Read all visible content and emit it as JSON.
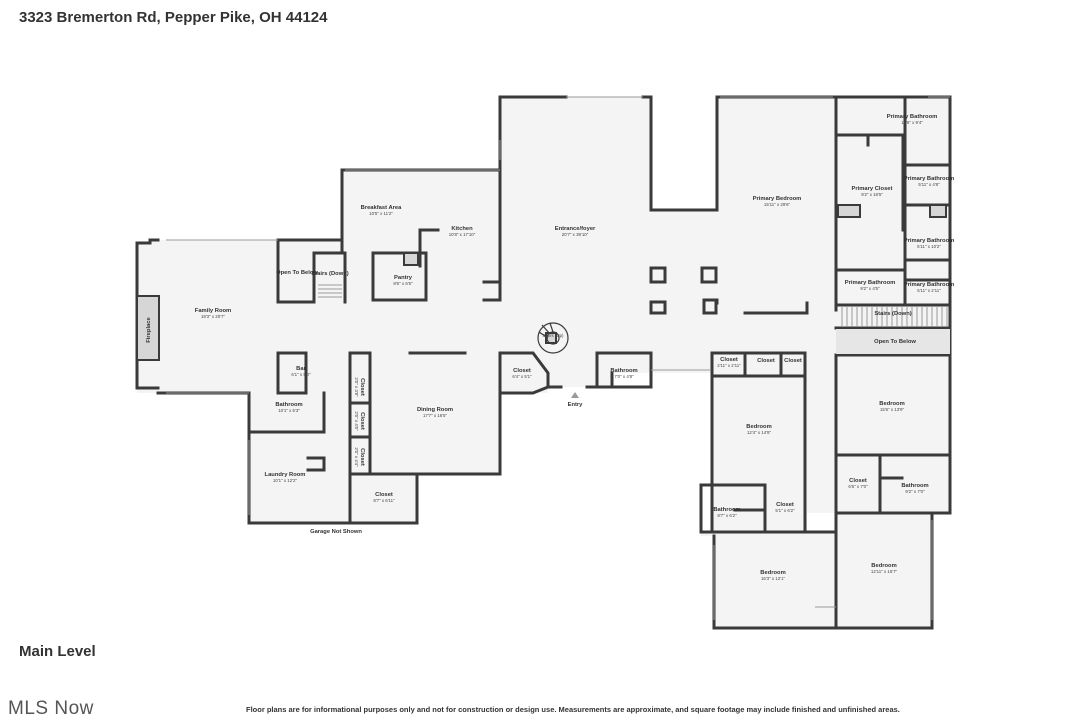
{
  "header": {
    "address": "3323 Bremerton Rd, Pepper Pike, OH 44124"
  },
  "level_label": "Main Level",
  "brand": "MLS Now",
  "disclaimer": "Floor plans are for informational purposes only and not for construction or design use. Measurements are approximate, and square footage may include finished and unfinished areas.",
  "labels": {
    "garage_note": "Garage Not Shown",
    "entry": "Entry",
    "fireplace": "Fireplace",
    "stairs_spiral": "Stairs (Up)"
  },
  "colors": {
    "wall": "#3a3a3a",
    "floor": "#f4f4f4",
    "background": "#ffffff"
  },
  "rooms": {
    "family_room": {
      "name": "Family Room",
      "dims": "19'3\" x 20'7\""
    },
    "open_to_below_left": {
      "name": "Open To Below",
      "dims": ""
    },
    "stairs_down_left": {
      "name": "Stairs (Down)",
      "dims": ""
    },
    "breakfast_area": {
      "name": "Breakfast Area",
      "dims": "10'5\" x 11'2\""
    },
    "kitchen": {
      "name": "Kitchen",
      "dims": "10'8\" x 17'10\""
    },
    "pantry": {
      "name": "Pantry",
      "dims": "8'6\" x 6'5\""
    },
    "entrance_foyer": {
      "name": "Entrance/foyer",
      "dims": "20'7\" x 39'10\""
    },
    "primary_bedroom": {
      "name": "Primary Bedroom",
      "dims": "15'11\" x 29'6\""
    },
    "primary_bathroom_top": {
      "name": "Primary Bathroom",
      "dims": "15'6\" x 9'4\""
    },
    "primary_closet": {
      "name": "Primary Closet",
      "dims": "9'2\" x 18'5\""
    },
    "primary_bathroom_a": {
      "name": "Primary Bathroom",
      "dims": "5'11\" x 4'8\""
    },
    "primary_bathroom_b": {
      "name": "Primary Bathroom",
      "dims": "5'11\" x 10'2\""
    },
    "primary_bathroom_c": {
      "name": "Primary Bathroom",
      "dims": "9'2\" x 4'5\""
    },
    "primary_bathroom_d": {
      "name": "Primary Bathroom",
      "dims": "5'11\" x 2'11\""
    },
    "stairs_down_right": {
      "name": "Stairs (Down)",
      "dims": ""
    },
    "open_to_below_right": {
      "name": "Open To Below",
      "dims": ""
    },
    "bar": {
      "name": "Bar",
      "dims": "6'1\" x 5'0\""
    },
    "bathroom_left": {
      "name": "Bathroom",
      "dims": "10'1\" x 5'3\""
    },
    "laundry_room": {
      "name": "Laundry Room",
      "dims": "10'1\" x 12'2\""
    },
    "closet_v1": {
      "name": "Closet",
      "dims": "2'0\" x 3'8\""
    },
    "closet_v2": {
      "name": "Closet",
      "dims": "2'0\" x 4'0\""
    },
    "closet_v3": {
      "name": "Closet",
      "dims": "2'0\" x 4'4\""
    },
    "dining_room": {
      "name": "Dining Room",
      "dims": "17'7\" x 16'5\""
    },
    "closet_bottom": {
      "name": "Closet",
      "dims": "8'7\" x 6'11\""
    },
    "closet_entry": {
      "name": "Closet",
      "dims": "6'4\" x 5'1\""
    },
    "bathroom_entry": {
      "name": "Bathroom",
      "dims": "7'0\" x 4'8\""
    },
    "closet_a": {
      "name": "Closet",
      "dims": "2'11\" x 2'11\""
    },
    "closet_b": {
      "name": "Closet",
      "dims": ""
    },
    "closet_c": {
      "name": "Closet",
      "dims": ""
    },
    "bedroom_1": {
      "name": "Bedroom",
      "dims": "12'4\" x 14'9\""
    },
    "bathroom_2": {
      "name": "Bathroom",
      "dims": "8'7\" x 6'2\""
    },
    "closet_d": {
      "name": "Closet",
      "dims": "5'1\" x 6'2\""
    },
    "bedroom_2": {
      "name": "Bedroom",
      "dims": "16'3\" x 12'1\""
    },
    "bedroom_3": {
      "name": "Bedroom",
      "dims": "15'6\" x 13'9\""
    },
    "closet_e": {
      "name": "Closet",
      "dims": "6'5\" x 7'0\""
    },
    "bathroom_3": {
      "name": "Bathroom",
      "dims": "9'2\" x 7'0\""
    },
    "bedroom_4": {
      "name": "Bedroom",
      "dims": "12'11\" x 15'7\""
    }
  }
}
